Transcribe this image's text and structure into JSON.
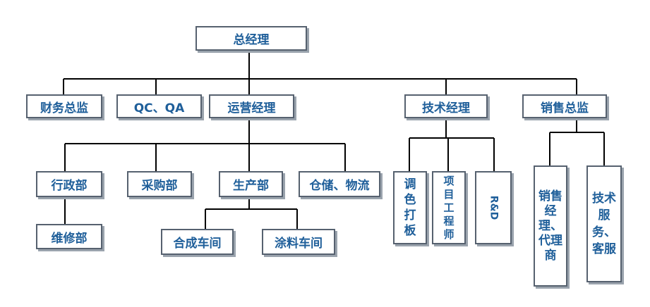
{
  "colors": {
    "line": "#000000",
    "box_border": "#56616f",
    "text": "#1f5f9a",
    "shadow": "#9aa3ad"
  },
  "nodes": {
    "gm": "总经理",
    "finance": "财务总监",
    "qcqa": "QC、QA",
    "ops": "运营经理",
    "tech": "技术经理",
    "sales": "销售总监",
    "admin": "行政部",
    "purchase": "采购部",
    "production": "生产部",
    "warehouse": "仓储、物流",
    "maintenance": "维修部",
    "synthesis": "合成车间",
    "coating": "涂料车间",
    "color": "调色打板",
    "project": "项目工程师",
    "rnd": "R&D",
    "salesmgr": "销售经理、代理商",
    "techservice": "技术服务、客服"
  }
}
